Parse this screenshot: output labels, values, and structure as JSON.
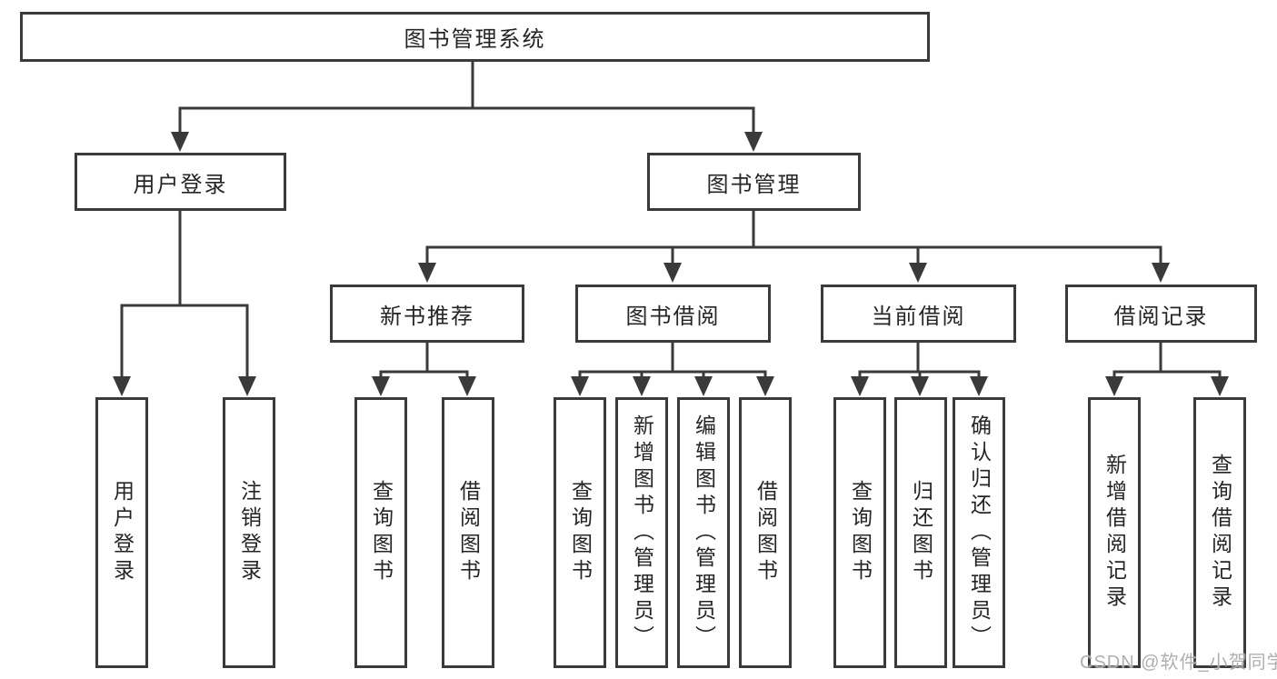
{
  "diagram": {
    "type": "tree",
    "line_color": "#3a3a3a",
    "box_background": "#ffffff",
    "text_color": "#252525",
    "root": {
      "label": "图书管理系统"
    },
    "branches": [
      {
        "label": "用户登录",
        "children": [
          {
            "label": "用户登录"
          },
          {
            "label": "注销登录"
          }
        ]
      },
      {
        "label": "图书管理",
        "children": [
          {
            "label": "新书推荐",
            "children": [
              {
                "label": "查询图书"
              },
              {
                "label": "借阅图书"
              }
            ]
          },
          {
            "label": "图书借阅",
            "children": [
              {
                "label": "查询图书"
              },
              {
                "label": "新增图书（管理员）"
              },
              {
                "label": "编辑图书（管理员）"
              },
              {
                "label": "借阅图书"
              }
            ]
          },
          {
            "label": "当前借阅",
            "children": [
              {
                "label": "查询图书"
              },
              {
                "label": "归还图书"
              },
              {
                "label": "确认归还（管理员）"
              }
            ]
          },
          {
            "label": "借阅记录",
            "children": [
              {
                "label": "新增借阅记录"
              },
              {
                "label": "查询借阅记录"
              }
            ]
          }
        ]
      }
    ]
  },
  "watermark": {
    "text": "CSDN @软件_小贺同学",
    "color": "#a8a8a8"
  }
}
